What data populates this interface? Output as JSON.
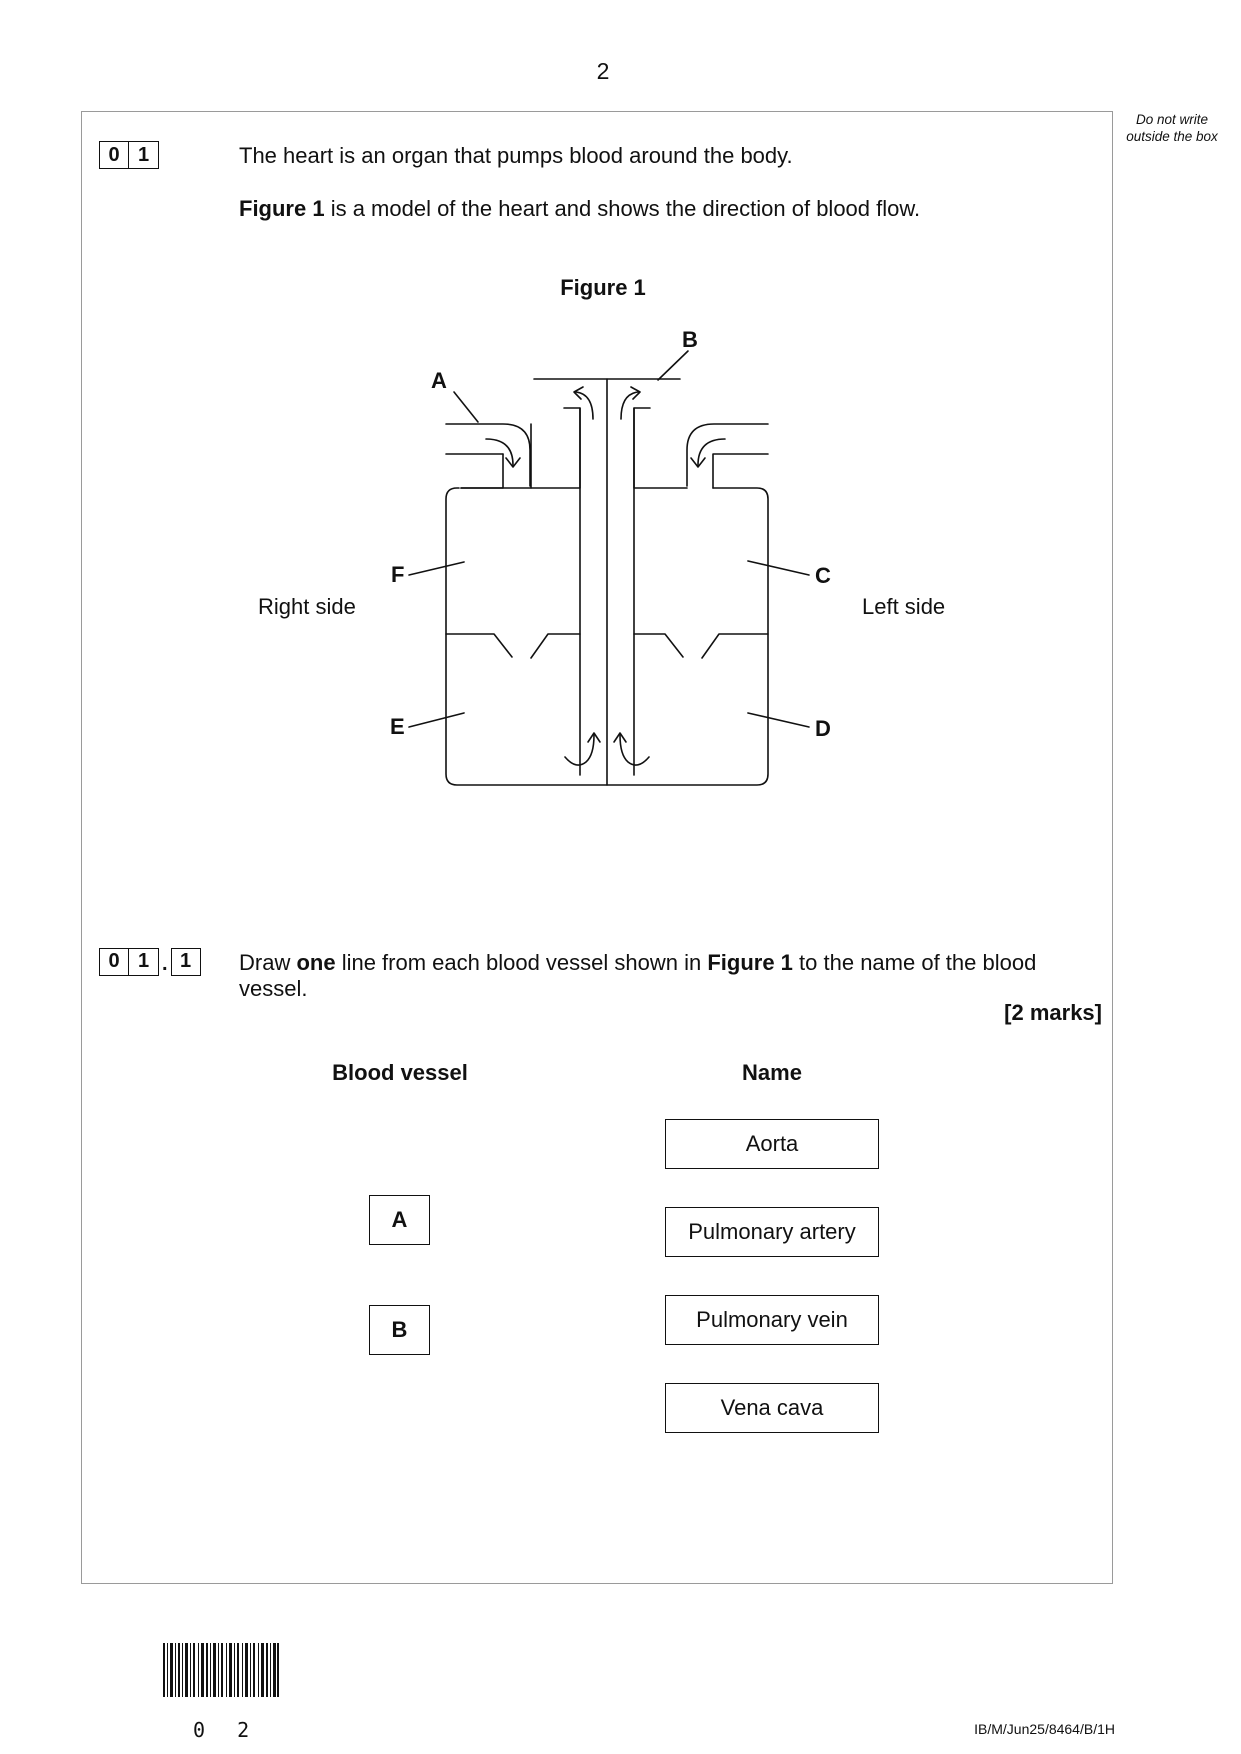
{
  "page_number": "2",
  "margin_note": "Do not write outside the box",
  "question_1": {
    "number_digits": [
      "0",
      "1"
    ],
    "intro": "The heart is an organ that pumps blood around the body.",
    "figure_ref_bold": "Figure 1",
    "figure_ref_rest": " is a model of the heart and shows the direction of blood flow."
  },
  "figure_1": {
    "title": "Figure 1",
    "labels": {
      "A": "A",
      "B": "B",
      "C": "C",
      "D": "D",
      "E": "E",
      "F": "F"
    },
    "right_side": "Right side",
    "left_side": "Left side"
  },
  "question_1_1": {
    "number_digits": [
      "0",
      "1",
      "1"
    ],
    "text_part1": "Draw ",
    "text_bold1": "one",
    "text_part2": " line from each blood vessel shown in ",
    "text_bold2": "Figure 1",
    "text_part3": " to the name of the blood vessel.",
    "marks": "[2 marks]",
    "col_vessel": "Blood vessel",
    "col_name": "Name",
    "vessels": [
      "A",
      "B"
    ],
    "names": [
      "Aorta",
      "Pulmonary artery",
      "Pulmonary vein",
      "Vena cava"
    ]
  },
  "footer": {
    "barcode_digits": "0 2",
    "reference": "IB/M/Jun25/8464/B/1H"
  }
}
